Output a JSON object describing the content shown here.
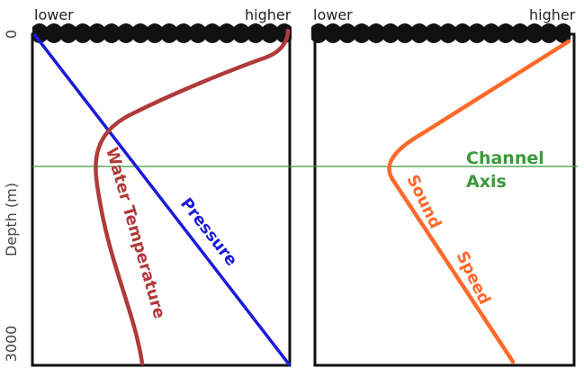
{
  "left_panel": {
    "axis_low": "lower",
    "axis_high": "higher",
    "curves": [
      {
        "name": "Pressure",
        "color": "#1a1adb"
      },
      {
        "name": "Water Temperature",
        "color": "#b03a3a"
      }
    ]
  },
  "right_panel": {
    "axis_low": "lower",
    "axis_high": "higher",
    "curves": [
      {
        "name": "Sound Speed",
        "color": "#ff6a2a"
      }
    ]
  },
  "y_axis": {
    "label": "Depth (m)",
    "top_value": "0",
    "bottom_value": "3000"
  },
  "channel_axis": {
    "label_line1": "Channel",
    "label_line2": "Axis",
    "color": "#3a9a3a"
  },
  "colors": {
    "water_surface": "#111111",
    "frame": "#111111"
  }
}
